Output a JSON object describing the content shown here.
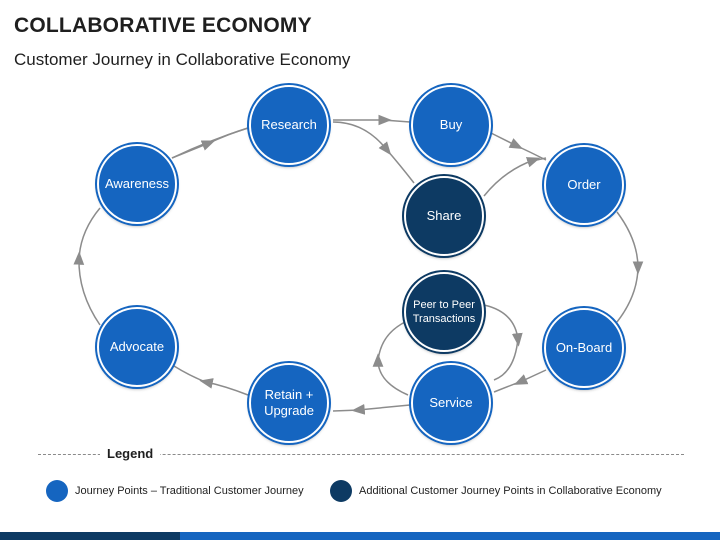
{
  "header": {
    "title": "COLLABORATIVE ECONOMY",
    "subtitle": "Customer Journey in Collaborative Economy"
  },
  "nodes": {
    "research": "Research",
    "buy": "Buy",
    "awareness": "Awareness",
    "share": "Share",
    "order": "Order",
    "peer_to_peer": "Peer to Peer Transactions",
    "advocate": "Advocate",
    "on_board": "On-Board",
    "retain_upgrade": "Retain + Upgrade",
    "service": "Service"
  },
  "legend": {
    "title": "Legend",
    "primary": "Journey Points – Traditional Customer Journey",
    "additional": "Additional Customer Journey Points in Collaborative Economy"
  },
  "colors": {
    "primary": "#1565c0",
    "additional": "#0d3a63",
    "connector": "#8c8c8c"
  }
}
